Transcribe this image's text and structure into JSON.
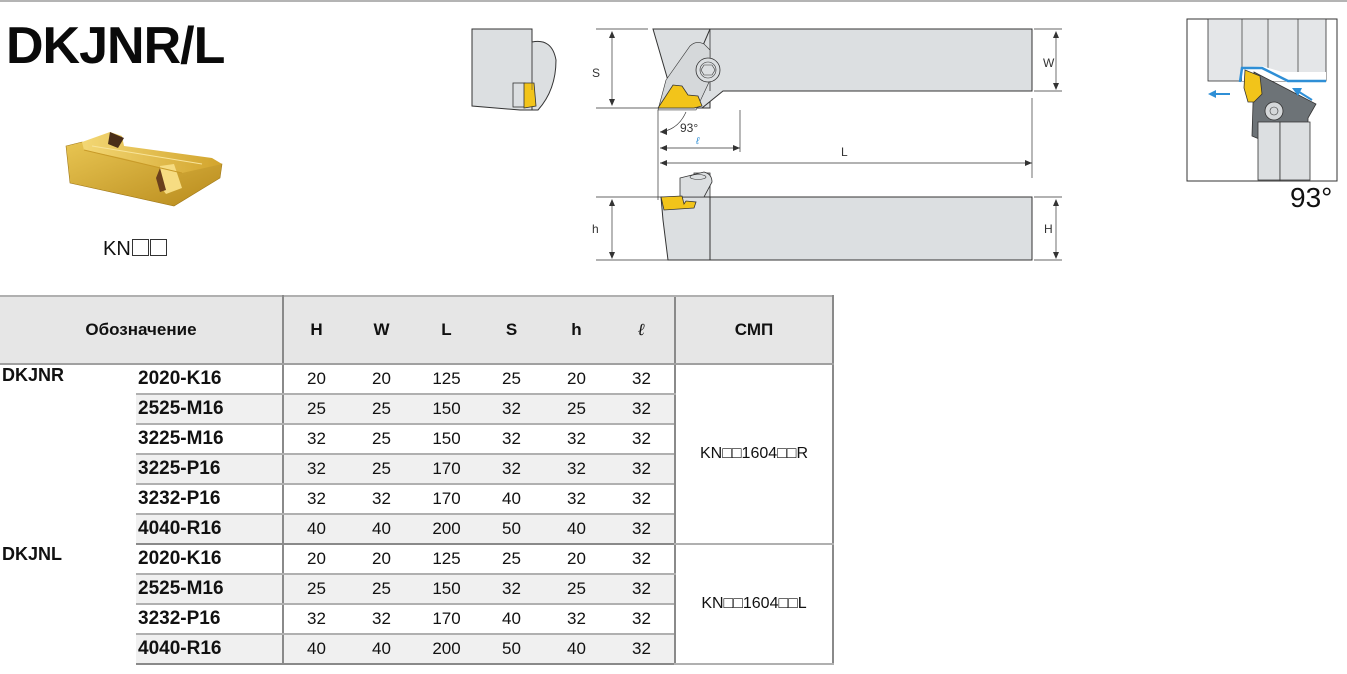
{
  "title": "DKJNR/L",
  "insert": {
    "label_prefix": "KN",
    "label_placeholders": 2,
    "colors": {
      "gold": "#d4a82a",
      "gold_dark": "#a67c14",
      "gold_light": "#f0cf5c"
    }
  },
  "drawing": {
    "dims": {
      "S": "S",
      "W": "W",
      "L": "L",
      "h": "h",
      "H": "H",
      "ell": "ℓ"
    },
    "angle": "93°",
    "colors": {
      "body": "#dcdfe1",
      "insert": "#f2c41a",
      "outline": "#333333",
      "accent": "#2f8fd6"
    }
  },
  "angle_pic": {
    "label": "93°"
  },
  "table": {
    "headers": {
      "designation": "Обозначение",
      "H": "H",
      "W": "W",
      "L": "L",
      "S": "S",
      "h": "h",
      "ell": "ℓ",
      "insert": "СМП"
    },
    "groups": [
      {
        "series": "DKJNR",
        "insert": "KN□□1604□□R",
        "rows": [
          {
            "model": "2020-K16",
            "H": "20",
            "W": "20",
            "L": "125",
            "S": "25",
            "h": "20",
            "ell": "32"
          },
          {
            "model": "2525-M16",
            "H": "25",
            "W": "25",
            "L": "150",
            "S": "32",
            "h": "25",
            "ell": "32"
          },
          {
            "model": "3225-M16",
            "H": "32",
            "W": "25",
            "L": "150",
            "S": "32",
            "h": "32",
            "ell": "32"
          },
          {
            "model": "3225-P16",
            "H": "32",
            "W": "25",
            "L": "170",
            "S": "32",
            "h": "32",
            "ell": "32"
          },
          {
            "model": "3232-P16",
            "H": "32",
            "W": "32",
            "L": "170",
            "S": "40",
            "h": "32",
            "ell": "32"
          },
          {
            "model": "4040-R16",
            "H": "40",
            "W": "40",
            "L": "200",
            "S": "50",
            "h": "40",
            "ell": "32"
          }
        ]
      },
      {
        "series": "DKJNL",
        "insert": "KN□□1604□□L",
        "rows": [
          {
            "model": "2020-K16",
            "H": "20",
            "W": "20",
            "L": "125",
            "S": "25",
            "h": "20",
            "ell": "32"
          },
          {
            "model": "2525-M16",
            "H": "25",
            "W": "25",
            "L": "150",
            "S": "32",
            "h": "25",
            "ell": "32"
          },
          {
            "model": "3232-P16",
            "H": "32",
            "W": "32",
            "L": "170",
            "S": "40",
            "h": "32",
            "ell": "32"
          },
          {
            "model": "4040-R16",
            "H": "40",
            "W": "40",
            "L": "200",
            "S": "50",
            "h": "40",
            "ell": "32"
          }
        ]
      }
    ]
  }
}
